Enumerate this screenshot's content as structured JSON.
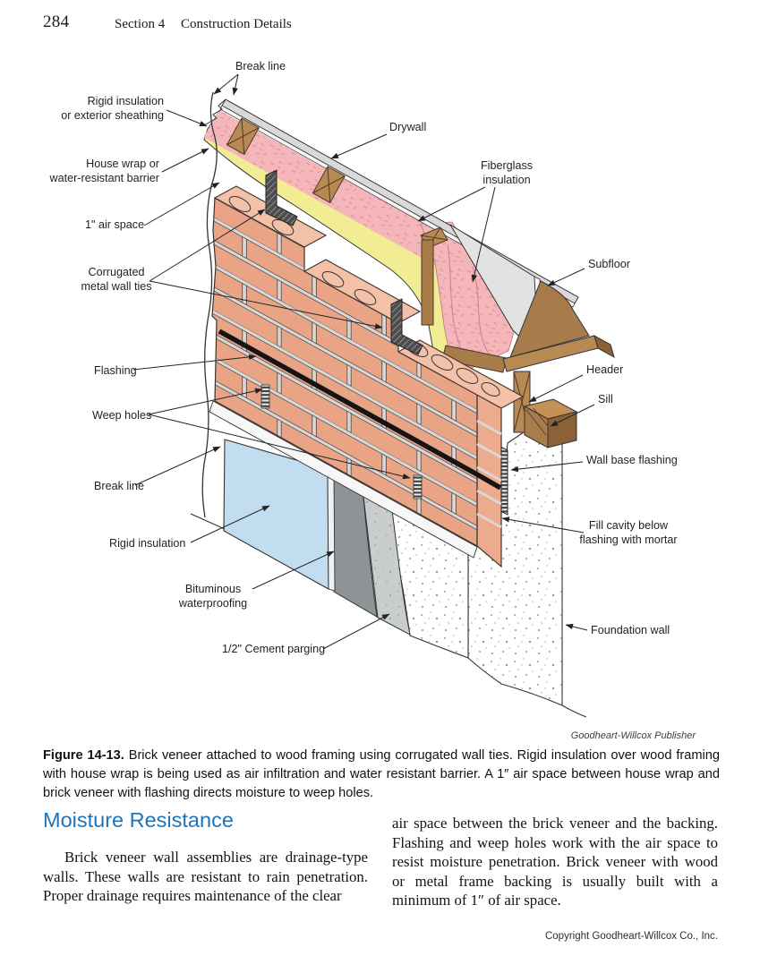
{
  "page": {
    "number": "284",
    "section_label": "Section 4",
    "section_title": "Construction Details",
    "credit": "Goodheart-Willcox Publisher",
    "copyright": "Copyright Goodheart-Willcox Co., Inc."
  },
  "figure": {
    "caption_label": "Figure 14-13.",
    "caption_text": " Brick veneer attached to wood framing using corrugated wall ties. Rigid insulation over wood framing with house wrap is being used as air infiltration and water resistant barrier. A 1″ air space between house wrap and brick veneer with flashing directs moisture to weep holes.",
    "labels": {
      "break_line_top": "Break line",
      "rigid_insulation_top_1": "Rigid insulation",
      "rigid_insulation_top_2": "or exterior sheathing",
      "drywall": "Drywall",
      "house_wrap_1": "House wrap or",
      "house_wrap_2": "water-resistant barrier",
      "air_space": "1\" air space",
      "ties_1": "Corrugated",
      "ties_2": "metal wall ties",
      "fiberglass_1": "Fiberglass",
      "fiberglass_2": "insulation",
      "subfloor": "Subfloor",
      "header": "Header",
      "sill": "Sill",
      "wall_base_flashing": "Wall base flashing",
      "fill_cavity_1": "Fill cavity below",
      "fill_cavity_2": "flashing with mortar",
      "foundation_wall": "Foundation wall",
      "flashing": "Flashing",
      "weep_holes": "Weep holes",
      "break_line_lower": "Break line",
      "rigid_insulation_lower": "Rigid insulation",
      "bituminous_1": "Bituminous",
      "bituminous_2": "waterproofing",
      "cement_parging": "1/2\" Cement parging"
    }
  },
  "article": {
    "heading": "Moisture Resistance",
    "col1": "Brick veneer wall assemblies are drainage-type walls. These walls are resistant to rain penetration. Proper drainage requires maintenance of the clear",
    "col2": "air space between the brick veneer and the backing. Flashing and weep holes work with the air space to resist moisture penetration. Brick veneer with wood or metal frame backing is usually built with a minimum of 1″ of air space."
  },
  "colors": {
    "heading_blue": "#1C75BC",
    "brick": "#E9A385",
    "brick_top": "#F3C0A8",
    "mortar": "#D8D8D8",
    "house_wrap_yellow": "#F2EC94",
    "fiberglass_pink": "#F5B6BA",
    "wood": "#B78A54",
    "wood_dark": "#8B6238",
    "drywall_gray": "#D9D9D9",
    "rigid_insulation_blue": "#C2DDF0",
    "bituminous_gray": "#8E9396",
    "parging_gray": "#C9CDCE"
  }
}
